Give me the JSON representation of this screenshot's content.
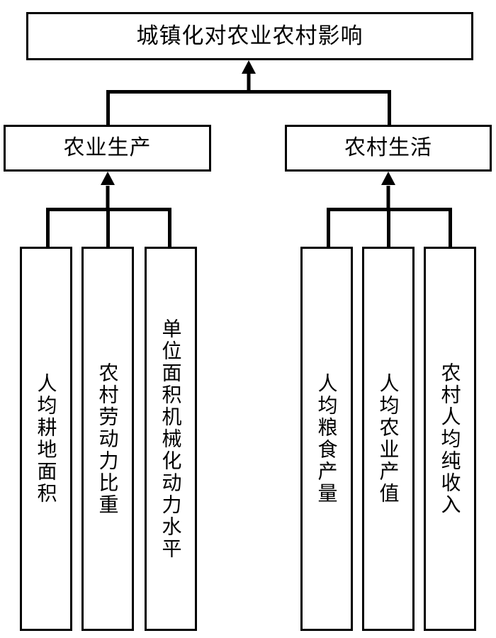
{
  "diagram": {
    "title": "城镇化对农业农村影响",
    "type": "hierarchy-tree",
    "direction": "bottom-up-arrows",
    "colors": {
      "line": "#000000",
      "box_border": "#000000",
      "box_fill": "#ffffff",
      "text": "#000000",
      "background": "#ffffff"
    },
    "root": {
      "label": "城镇化对农业农村影响"
    },
    "branches": [
      {
        "label": "农业生产",
        "indicators": [
          {
            "label": "人均耕地面积"
          },
          {
            "label": "农村劳动力比重"
          },
          {
            "label": "单位面积机械化动力水平"
          }
        ]
      },
      {
        "label": "农村生活",
        "indicators": [
          {
            "label": "人均粮食产量"
          },
          {
            "label": "人均农业产值"
          },
          {
            "label": "农村人均纯收入"
          }
        ]
      }
    ]
  }
}
